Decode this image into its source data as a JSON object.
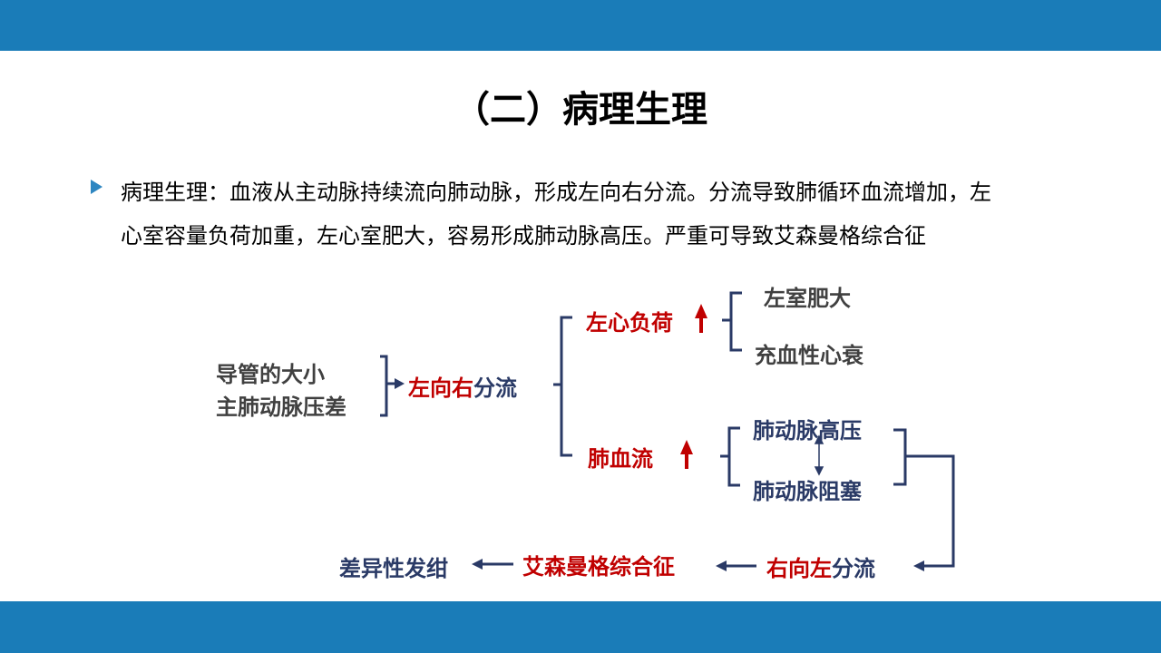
{
  "theme": {
    "bar_color": "#1a7cb8",
    "red": "#c00000",
    "navy": "#2a3a66",
    "gray": "#404040"
  },
  "title": "（二）病理生理",
  "bullet": {
    "line1": "病理生理：血液从主动脉持续流向肺动脉，形成左向右分流。分流导致肺循环血流增加，左",
    "line2": "心室容量负荷加重，左心室肥大，容易形成肺动脉高压。严重可导致艾森曼格综合征"
  },
  "diagram": {
    "cause1": "导管的大小",
    "cause2": "主肺动脉压差",
    "shunt_lr_red": "左向右",
    "shunt_lr_tail": "分流",
    "left_load": "左心负荷",
    "lv_hypertrophy": "左室肥大",
    "heart_failure": "充血性心衰",
    "pulm_flow": "肺血流",
    "pulm_hypertension": "肺动脉高压",
    "pulm_obstruction": "肺动脉阻塞",
    "shunt_rl_red": "右向左",
    "shunt_rl_tail": "分流",
    "eisenmenger": "艾森曼格综合征",
    "cyanosis": "差异性发绀"
  }
}
